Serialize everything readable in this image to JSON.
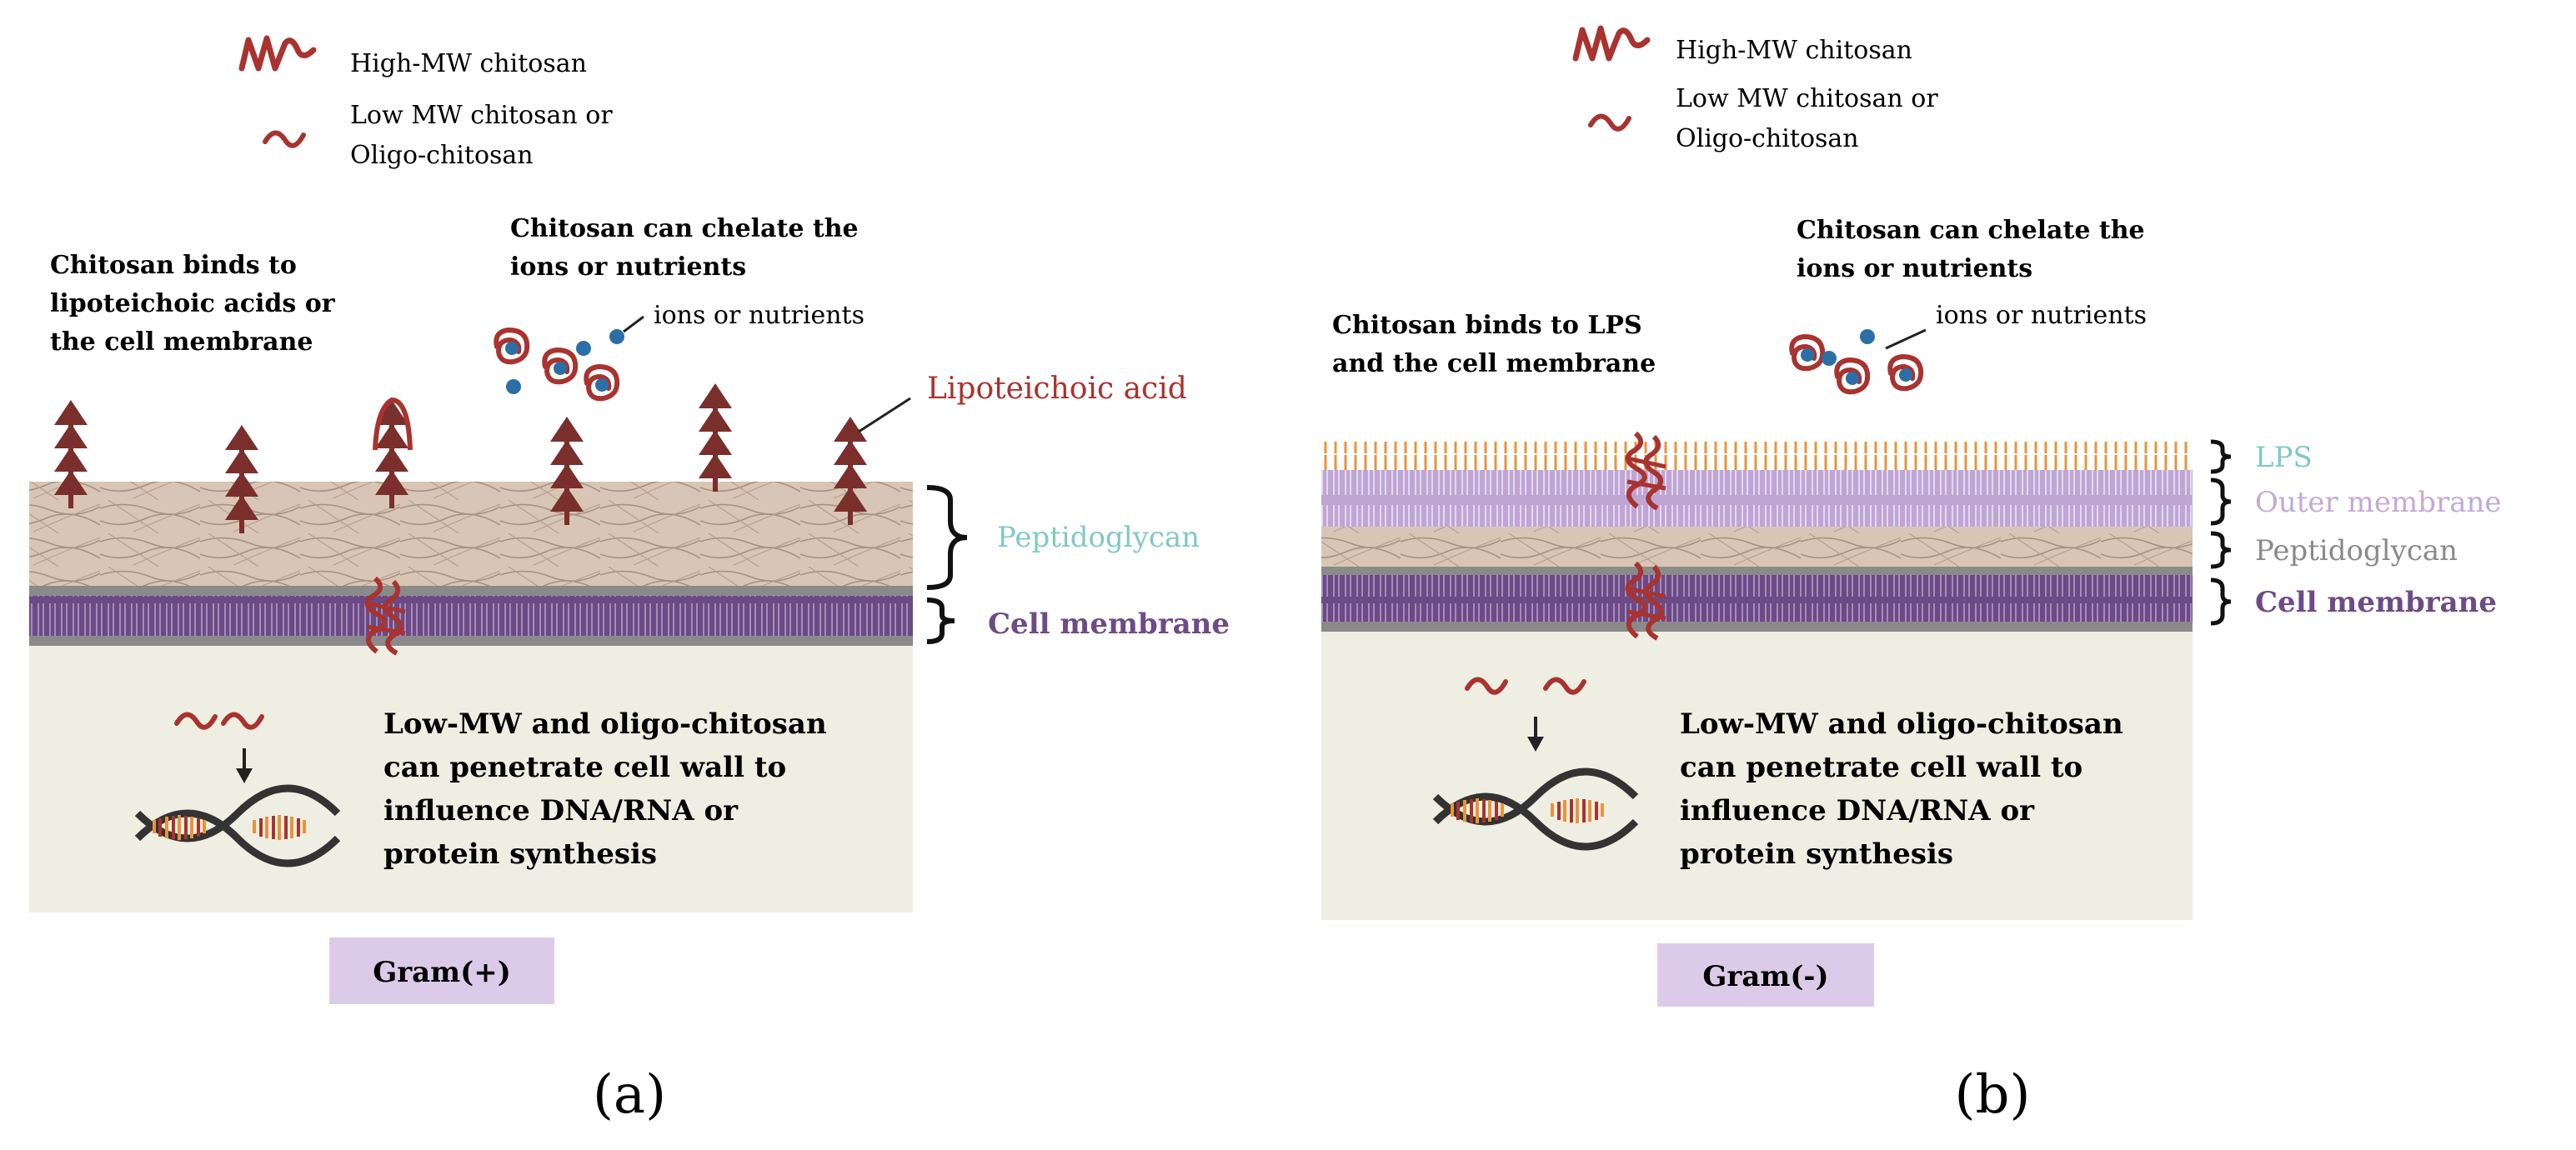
{
  "panel_a": {
    "legend_high": "High-MW chitosan",
    "legend_low_1": "Low MW chitosan or",
    "legend_low_2": "Oligo-chitosan",
    "binds_1": "Chitosan binds to",
    "binds_2": "lipoteichoic acids or",
    "binds_3": "the cell membrane",
    "chelate_1": "Chitosan can chelate the",
    "chelate_2": "ions or nutrients",
    "ions_label": "ions or nutrients",
    "lipoteichoic_label": "Lipoteichoic acid",
    "peptidoglycan_label": "Peptidoglycan",
    "membrane_label": "Cell membrane",
    "penetrate_1": "Low-MW and oligo-chitosan",
    "penetrate_2": "can penetrate cell wall to",
    "penetrate_3": "influence DNA/RNA or",
    "penetrate_4": "protein synthesis",
    "gram_label": "Gram(+)",
    "caption": "(a)"
  },
  "panel_b": {
    "legend_high": "High-MW chitosan",
    "legend_low_1": "Low MW chitosan or",
    "legend_low_2": "Oligo-chitosan",
    "binds_1": "Chitosan binds to LPS",
    "binds_2": "and the cell membrane",
    "chelate_1": "Chitosan can chelate the",
    "chelate_2": "ions or nutrients",
    "ions_label": "ions or nutrients",
    "lps_label": "LPS",
    "outer_label": "Outer membrane",
    "peptidoglycan_label": "Peptidoglycan",
    "membrane_label": "Cell membrane",
    "penetrate_1": "Low-MW and oligo-chitosan",
    "penetrate_2": "can penetrate cell wall to",
    "penetrate_3": "influence DNA/RNA or",
    "penetrate_4": "protein synthesis",
    "gram_label": "Gram(-)",
    "caption": "(b)"
  },
  "colors": {
    "chitosan": "#a8332f",
    "lta": "#7a2f2c",
    "peptidoglycan": "#d8c3b3",
    "cell_membrane": "#6e4b86",
    "outer_membrane": "#c6aed9",
    "lps": "#e8943a",
    "ion": "#2b6fa6",
    "cytoplasm": "#eeeee2",
    "gram_box": "#dccbe8",
    "peptidoglycan_text": "#7fc9c4",
    "lps_text": "#7fc9c4",
    "outer_text": "#c2a9d6",
    "pg_text_b": "#8a8a8a"
  }
}
